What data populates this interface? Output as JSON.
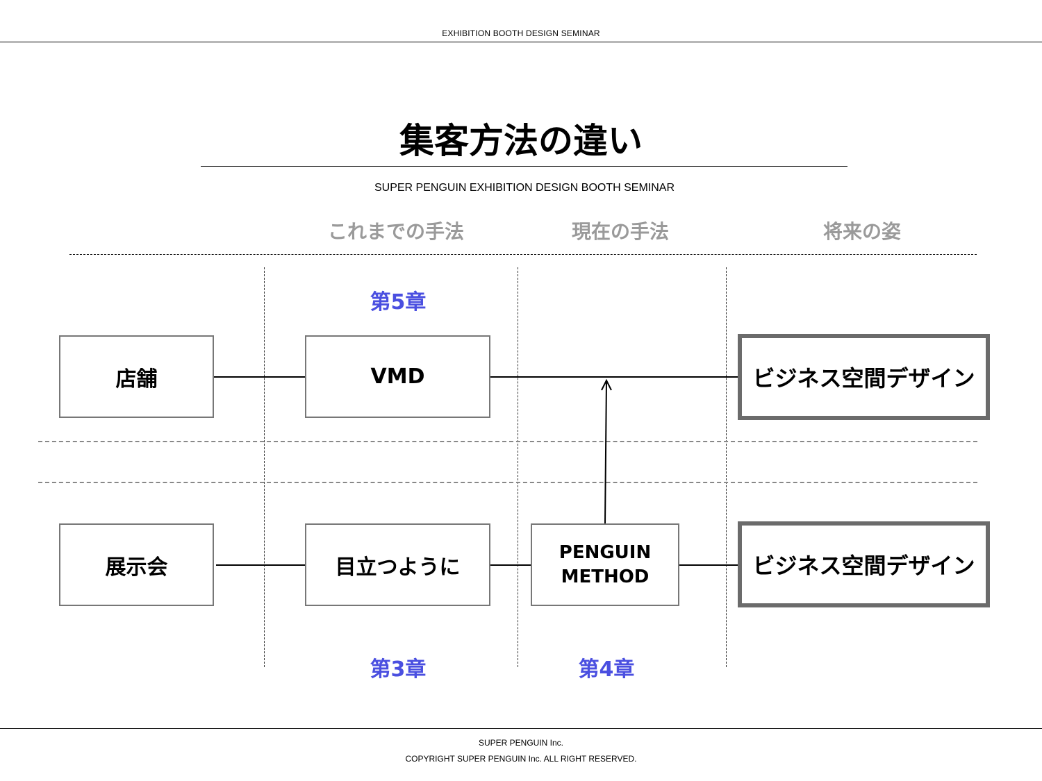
{
  "header": {
    "text": "EXHIBITION BOOTH DESIGN SEMINAR"
  },
  "title": {
    "text": "集客方法の違い",
    "subtitle": "SUPER PENGUIN EXHIBITION DESIGN BOOTH SEMINAR"
  },
  "columns": {
    "past": "これまでの手法",
    "present": "現在の手法",
    "future": "将来の姿"
  },
  "chapters": {
    "ch5": "第5章",
    "ch3": "第3章",
    "ch4": "第4章"
  },
  "rows": {
    "store": {
      "origin": "店舗",
      "past": "VMD",
      "future": "ビジネス空間デザイン"
    },
    "exhibition": {
      "origin": "展示会",
      "past": "目立つように",
      "present_line1": "PENGUIN",
      "present_line2": "METHOD",
      "future": "ビジネス空間デザイン"
    }
  },
  "footer": {
    "company": "SUPER PENGUIN Inc.",
    "copyright": "COPYRIGHT SUPER PENGUIN Inc. ALL RIGHT RESERVED."
  },
  "colors": {
    "chapter": "#4a4fe0",
    "column_heading": "#9a9a9a",
    "box_border": "#777777"
  }
}
